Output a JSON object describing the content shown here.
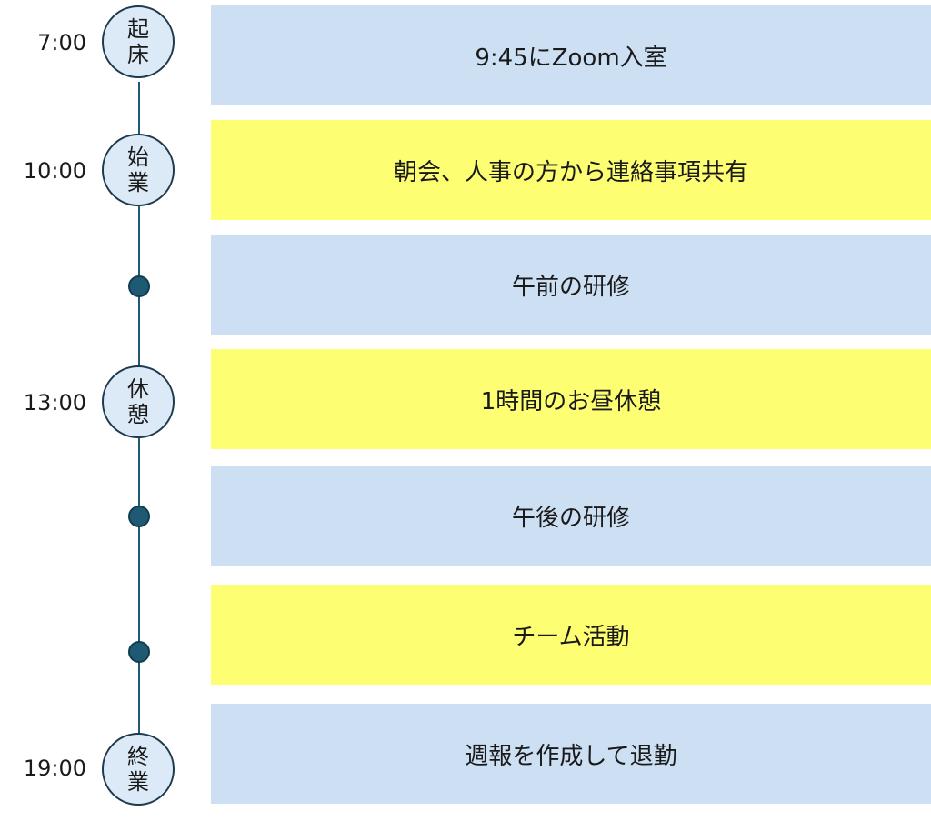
{
  "colors": {
    "blue_box": "#cde0f3",
    "yellow_box": "#fefe72",
    "line": "#1e5a73",
    "node_fill": "#dce9f7"
  },
  "milestones": [
    {
      "time": "7:00",
      "label": "起床"
    },
    {
      "time": "10:00",
      "label": "始業"
    },
    {
      "time": "13:00",
      "label": "休憩"
    },
    {
      "time": "19:00",
      "label": "終業"
    }
  ],
  "events": [
    {
      "text": "9:45にZoom入室",
      "color": "blue"
    },
    {
      "text": "朝会、人事の方から連絡事項共有",
      "color": "yellow"
    },
    {
      "text": "午前の研修",
      "color": "blue"
    },
    {
      "text": "1時間のお昼休憩",
      "color": "yellow"
    },
    {
      "text": "午後の研修",
      "color": "blue"
    },
    {
      "text": "チーム活動",
      "color": "yellow"
    },
    {
      "text": "週報を作成して退勤",
      "color": "blue"
    }
  ]
}
